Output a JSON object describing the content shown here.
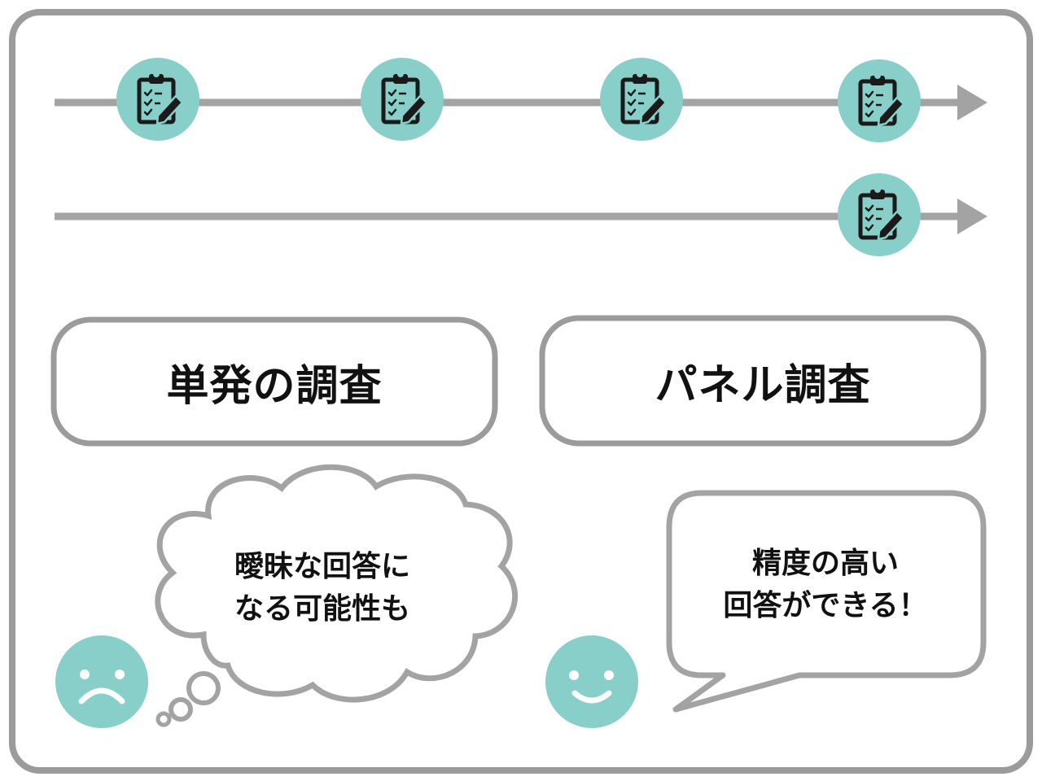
{
  "colors": {
    "frame": "#9b9b9b",
    "line": "#a3a3a3",
    "teal": "#87cfc8",
    "icon": "#1a1a1a",
    "text": "#111111",
    "background": "#ffffff"
  },
  "icons": {
    "survey": "clipboard-pencil-icon",
    "sad": "sad-face-icon",
    "happy": "happy-face-icon",
    "arrow": "arrow-head-icon"
  },
  "single_survey": {
    "label": "単発の調査",
    "thought": {
      "line1": "曖昧な回答に",
      "line2": "なる可能性も"
    }
  },
  "panel_survey": {
    "label": "パネル調査",
    "speech": {
      "line1": "精度の高い",
      "line2": "回答ができる！"
    }
  }
}
